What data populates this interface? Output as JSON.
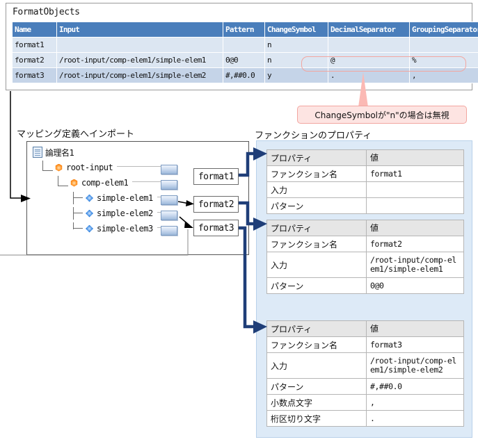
{
  "format_objects": {
    "title": "FormatObjects",
    "columns": [
      "Name",
      "Input",
      "Pattern",
      "ChangeSymbol",
      "DecimalSeparator",
      "GroupingSeparator"
    ],
    "rows": [
      {
        "name": "format1",
        "input": "",
        "pattern": "",
        "change_symbol": "n",
        "decimal_separator": "",
        "grouping_separator": ""
      },
      {
        "name": "format2",
        "input": "/root-input/comp-elem1/simple-elem1",
        "pattern": "0@0",
        "change_symbol": "n",
        "decimal_separator": "@",
        "grouping_separator": "%"
      },
      {
        "name": "format3",
        "input": "/root-input/comp-elem1/simple-elem2",
        "pattern": "#,##0.0",
        "change_symbol": "y",
        "decimal_separator": ".",
        "grouping_separator": ","
      }
    ],
    "header_color": "#4a7ebb",
    "row_color": "#c5d4e8",
    "row_alt_color": "#dce6f2"
  },
  "annotation": {
    "text": "ChangeSymbolが\"n\"の場合は無視",
    "border_color": "#f2a6a0",
    "fill_color": "#fde4e2"
  },
  "mapping_section": {
    "caption": "マッピング定義へインポート",
    "tree": {
      "root_label": "論理名1",
      "nodes": [
        {
          "label": "root-input",
          "icon": "complex-element-icon",
          "depth": 1
        },
        {
          "label": "comp-elem1",
          "icon": "complex-element-icon",
          "depth": 2
        },
        {
          "label": "simple-elem1",
          "icon": "simple-element-icon",
          "depth": 3
        },
        {
          "label": "simple-elem2",
          "icon": "simple-element-icon",
          "depth": 3
        },
        {
          "label": "simple-elem3",
          "icon": "simple-element-icon",
          "depth": 3
        }
      ]
    },
    "format_boxes": [
      "format1",
      "format2",
      "format3"
    ]
  },
  "properties_section": {
    "caption": "ファンクションのプロパティ",
    "panel_color": "#ddeaf7",
    "tables": [
      {
        "header": [
          "プロパティ",
          "値"
        ],
        "rows": [
          {
            "key": "ファンクション名",
            "value": "format1"
          },
          {
            "key": "入力",
            "value": ""
          },
          {
            "key": "パターン",
            "value": ""
          }
        ]
      },
      {
        "header": [
          "プロパティ",
          "値"
        ],
        "rows": [
          {
            "key": "ファンクション名",
            "value": "format2"
          },
          {
            "key": "入力",
            "value": "/root-input/comp-elem1/simple-elem1"
          },
          {
            "key": "パターン",
            "value": "0@0"
          }
        ]
      },
      {
        "header": [
          "プロパティ",
          "値"
        ],
        "rows": [
          {
            "key": "ファンクション名",
            "value": "format3"
          },
          {
            "key": "入力",
            "value": "/root-input/comp-elem1/simple-elem2"
          },
          {
            "key": "パターン",
            "value": "#,##0.0"
          },
          {
            "key": "小数点文字",
            "value": ","
          },
          {
            "key": "桁区切り文字",
            "value": "."
          }
        ]
      }
    ]
  },
  "connector_color": "#1f3e78"
}
